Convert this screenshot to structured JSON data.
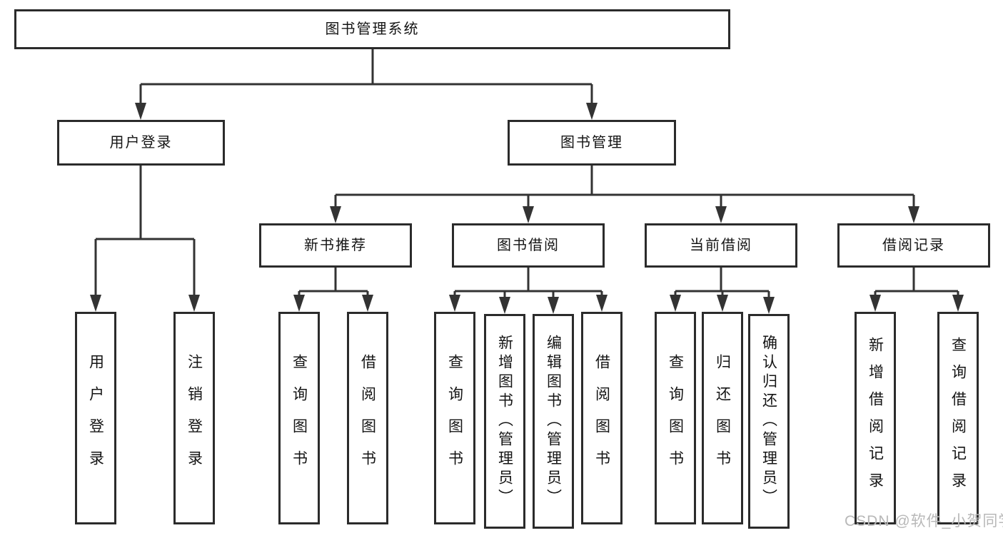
{
  "diagram": {
    "title": "图书管理系统",
    "type": "hierarchy-tree"
  },
  "nodes": [
    {
      "id": "root",
      "label": "图书管理系统",
      "level": 1,
      "parent": null
    },
    {
      "id": "user-login",
      "label": "用户登录",
      "level": 2,
      "parent": "root"
    },
    {
      "id": "book-mgmt",
      "label": "图书管理",
      "level": 2,
      "parent": "root"
    },
    {
      "id": "new-book-rec",
      "label": "新书推荐",
      "level": 3,
      "parent": "book-mgmt"
    },
    {
      "id": "book-borrow",
      "label": "图书借阅",
      "level": 3,
      "parent": "book-mgmt"
    },
    {
      "id": "current-borrow",
      "label": "当前借阅",
      "level": 3,
      "parent": "book-mgmt"
    },
    {
      "id": "borrow-records",
      "label": "借阅记录",
      "level": 3,
      "parent": "book-mgmt"
    },
    {
      "id": "user-login-op",
      "label": "用户登录",
      "level": 4,
      "parent": "user-login"
    },
    {
      "id": "logout-op",
      "label": "注销登录",
      "level": 4,
      "parent": "user-login"
    },
    {
      "id": "query-books-new",
      "label": "查询图书",
      "level": 4,
      "parent": "new-book-rec"
    },
    {
      "id": "borrow-books-new",
      "label": "借阅图书",
      "level": 4,
      "parent": "new-book-rec"
    },
    {
      "id": "query-books-borrow",
      "label": "查询图书",
      "level": 4,
      "parent": "book-borrow"
    },
    {
      "id": "add-books-admin",
      "label": "新增图书（管理员）",
      "level": 4,
      "parent": "book-borrow"
    },
    {
      "id": "edit-books-admin",
      "label": "编辑图书（管理员）",
      "level": 4,
      "parent": "book-borrow"
    },
    {
      "id": "borrow-books-op",
      "label": "借阅图书",
      "level": 4,
      "parent": "book-borrow"
    },
    {
      "id": "query-books-current",
      "label": "查询图书",
      "level": 4,
      "parent": "current-borrow"
    },
    {
      "id": "return-books",
      "label": "归还图书",
      "level": 4,
      "parent": "current-borrow"
    },
    {
      "id": "confirm-return-admin",
      "label": "确认归还（管理员）",
      "level": 4,
      "parent": "current-borrow"
    },
    {
      "id": "add-borrow-record",
      "label": "新增借阅记录",
      "level": 4,
      "parent": "borrow-records"
    },
    {
      "id": "query-borrow-record",
      "label": "查询借阅记录",
      "level": 4,
      "parent": "borrow-records"
    }
  ],
  "watermark": {
    "text": "CSDN @软件_小贺同学"
  },
  "colors": {
    "line": "#333333",
    "box_border": "#2b2b2b",
    "text": "#141414",
    "background": "#ffffff",
    "watermark": "#b8b8b8"
  }
}
